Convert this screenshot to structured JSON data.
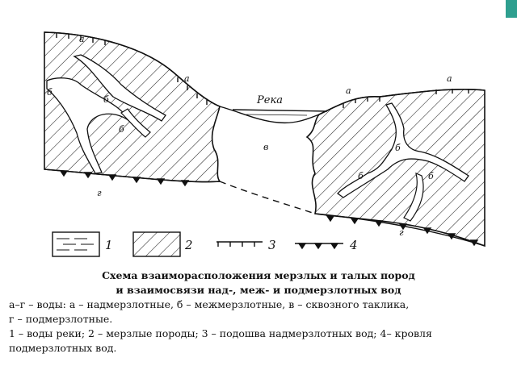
{
  "colors": {
    "accent_tab": "#2e9f8f",
    "ink": "#111111",
    "background": "#ffffff"
  },
  "diagram": {
    "river_label": "Река",
    "labels": {
      "a": "а",
      "b": "б",
      "v": "в",
      "g": "г"
    },
    "legend": [
      {
        "number": "1",
        "meaning": "воды реки"
      },
      {
        "number": "2",
        "meaning": "мерзлые породы"
      },
      {
        "number": "3",
        "meaning": "подошва надмерзлотных вод"
      },
      {
        "number": "4",
        "meaning": "кровля подмерзлотных вод"
      }
    ]
  },
  "caption": {
    "title_line1": "Схема взаиморасположения мерзлых и талых пород",
    "title_line2": "и взаимосвязи над-, меж- и подмерзлотных вод",
    "line1": "а–г – воды: а – надмерзлотные, б – межмерзлотные, в – сквозного таклика,",
    "line2": "г – подмерзлотные.",
    "line3": "1 – воды реки; 2 – мерзлые породы; 3 – подошва надмерзлотных вод; 4– кровля",
    "line4": "подмерзлотных вод."
  }
}
